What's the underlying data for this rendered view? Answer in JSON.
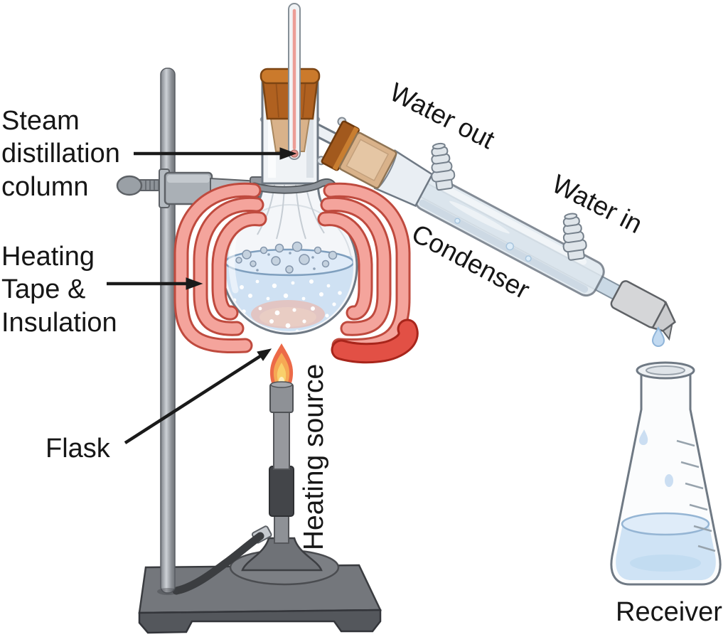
{
  "labels": {
    "steam_distillation_column": "Steam\ndistillation\ncolumn",
    "heating_tape_insulation": "Heating\nTape &\nInsulation",
    "flask": "Flask",
    "heating_source": "Heating source",
    "condenser": "Condenser",
    "water_out": "Water out",
    "water_in": "Water in",
    "receiver": "Receiver"
  },
  "colors": {
    "background": "#ffffff",
    "label_text": "#161616",
    "arrow": "#1a1a1a",
    "heating_tape": "#f4a49c",
    "heating_tape_outline": "#bf4a3e",
    "heat_blob": "#e25045",
    "heat_blob_outline": "#a8251b",
    "flask_liquid": "#cfe1f3",
    "liquid_surface": "#dfebf8",
    "sediment_pink": "#e3c2be",
    "cork": "#b06120",
    "cork_top": "#cb7a2c",
    "cork_beige": "#d9b28a",
    "glass_outline": "#6f7984",
    "glass_fill": "#f2f5f8",
    "condenser_inner": "#cad9e5",
    "metal_gray": "#97999e",
    "metal_dark": "#434549",
    "base_gray": "#74777c",
    "flame_outer": "#ec6a48",
    "flame_mid": "#f6a854",
    "flame_inner": "#f9d06b",
    "receiver_liquid": "#cfe3f5",
    "water_drop": "#c2daf1",
    "thermometer_line": "#ec9d96"
  }
}
